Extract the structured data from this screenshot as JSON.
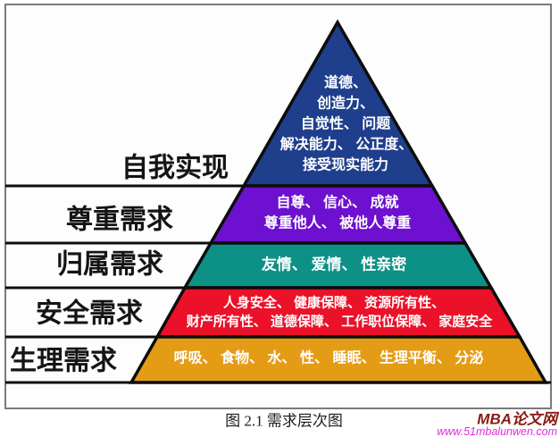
{
  "figure": {
    "caption": "图 2.1 需求层次图",
    "frame_bg": "#fdfdfd",
    "frame_border": "#7a7a7a",
    "outline_color": "#0d0d0d"
  },
  "watermark": {
    "brand": "MBA论文网",
    "brand_color": "#8b1a14",
    "url": "www.51mbalunwen.com",
    "url_color": "#e02ce0"
  },
  "pyramid": {
    "levels": [
      {
        "label": "自我实现",
        "color": "#1f3e8c",
        "lines": [
          "道德、",
          "创造力、",
          "自觉性、 问题",
          "解决能力、 公正度、",
          "接受现实能力"
        ]
      },
      {
        "label": "尊重需求",
        "color": "#6d10cf",
        "lines": [
          "自尊、 信心、 成就",
          "尊重他人、 被他人尊重"
        ]
      },
      {
        "label": "归属需求",
        "color": "#0d9086",
        "lines": [
          "友情、 爱情、 性亲密"
        ]
      },
      {
        "label": "安全需求",
        "color": "#ea1128",
        "lines": [
          "人身安全、 健康保障、 资源所有性、",
          "财产所有性、 道德保障、 工作职位保障、 家庭安全"
        ]
      },
      {
        "label": "生理需求",
        "color": "#e49c16",
        "lines": [
          "呼吸、 食物、 水、 性、 睡眠、 生理平衡、 分泌"
        ]
      }
    ]
  }
}
